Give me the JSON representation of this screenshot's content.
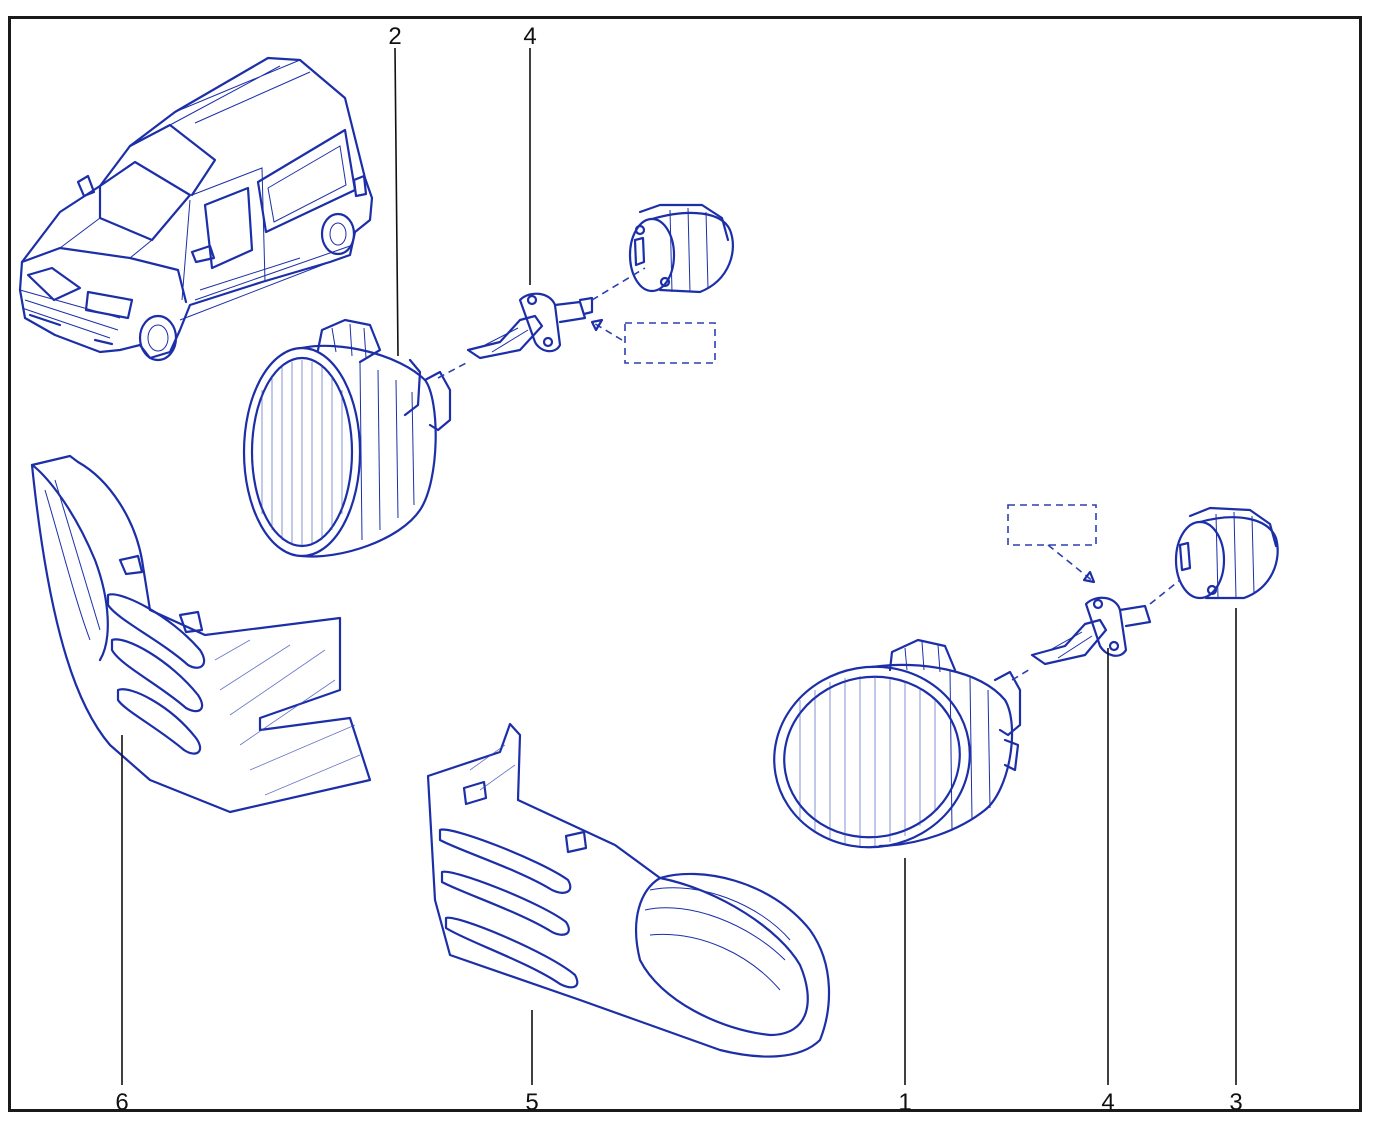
{
  "diagram": {
    "callouts": [
      {
        "id": "c2-top",
        "label": "2"
      },
      {
        "id": "c4-top",
        "label": "4"
      },
      {
        "id": "c6-bottom",
        "label": "6"
      },
      {
        "id": "c5-bottom",
        "label": "5"
      },
      {
        "id": "c1-bottom",
        "label": "1"
      },
      {
        "id": "c4-bottom",
        "label": "4"
      },
      {
        "id": "c3-bottom",
        "label": "3"
      }
    ],
    "colors": {
      "line": "#1c2fa8",
      "leader": "#111111",
      "frame": "#1a1a1a",
      "background": "#ffffff"
    }
  }
}
